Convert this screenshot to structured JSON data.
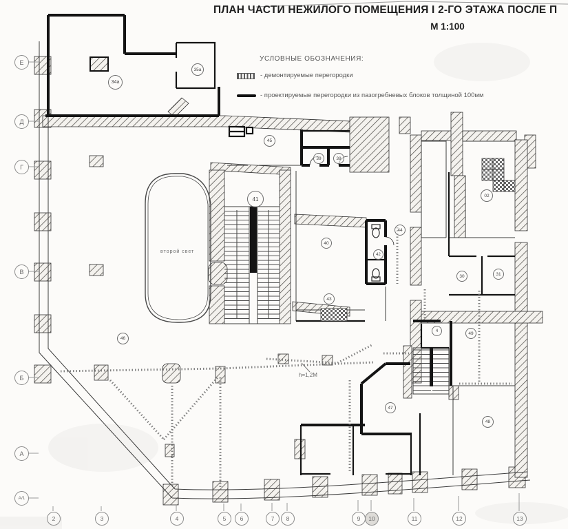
{
  "title": {
    "text": "ПЛАН ЧАСТИ НЕЖИЛОГО ПОМЕЩЕНИЯ I 2-ГО ЭТАЖА ПОСЛЕ П",
    "scale": "М 1:100"
  },
  "legend": {
    "heading": "УСЛОВНЫЕ ОБОЗНАЧЕНИЯ:",
    "items": [
      {
        "id": "demolished-partitions",
        "label": "- демонтируемые перегородки"
      },
      {
        "id": "projected-partitions",
        "label": "- проектируемые перегородки из пазогребневых блоков толщиной 100мм"
      }
    ]
  },
  "axes": {
    "rows": [
      {
        "label": "Е"
      },
      {
        "label": "Д"
      },
      {
        "label": "Г"
      },
      {
        "label": "В"
      },
      {
        "label": "Б"
      },
      {
        "label": "А"
      },
      {
        "label": "А/1"
      }
    ],
    "cols": [
      {
        "label": "2"
      },
      {
        "label": "3"
      },
      {
        "label": "4"
      },
      {
        "label": "5"
      },
      {
        "label": "6"
      },
      {
        "label": "7"
      },
      {
        "label": "8"
      },
      {
        "label": "9"
      },
      {
        "label": "10"
      },
      {
        "label": "11"
      },
      {
        "label": "12"
      },
      {
        "label": "13"
      }
    ]
  },
  "rooms": [
    {
      "number": "34а"
    },
    {
      "number": "35а"
    },
    {
      "number": "45"
    },
    {
      "number": "39"
    },
    {
      "number": "38"
    },
    {
      "number": "41"
    },
    {
      "number": "02"
    },
    {
      "number": "44"
    },
    {
      "number": "40"
    },
    {
      "number": "42"
    },
    {
      "number": "30"
    },
    {
      "number": "31"
    },
    {
      "number": "43"
    },
    {
      "number": "4"
    },
    {
      "number": "49"
    },
    {
      "number": "46"
    },
    {
      "number": "47"
    },
    {
      "number": "48"
    }
  ],
  "annotations": {
    "second_light": "второй свет",
    "parapet_height": "h=1,2М"
  },
  "colors": {
    "paper": "#fcfbf9",
    "ink": "#141414",
    "hatch": "#52504c",
    "axis_gray": "#8c8c8c"
  }
}
